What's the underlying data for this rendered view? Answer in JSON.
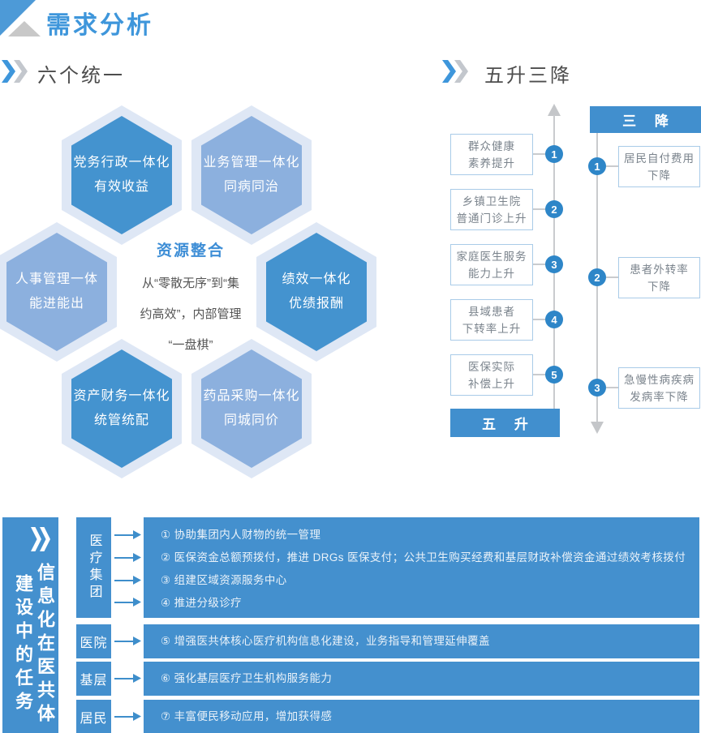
{
  "header": {
    "title": "需求分析"
  },
  "six": {
    "heading": "六个统一",
    "hexagons": [
      {
        "line1": "党务行政一体化",
        "line2": "有效收益"
      },
      {
        "line1": "业务管理一体化",
        "line2": "同病同治"
      },
      {
        "line1": "人事管理一体",
        "line2": "能进能出"
      },
      {
        "line1": "绩效一体化",
        "line2": "优绩报酬"
      },
      {
        "line1": "资产财务一体化",
        "line2": "统管统配"
      },
      {
        "line1": "药品采购一体化",
        "line2": "同城同价"
      }
    ],
    "center": {
      "title": "资源整合",
      "line1": "从“零散无序”到“集",
      "line2": "约高效”，内部管理",
      "line3": "“一盘棋”"
    }
  },
  "updown": {
    "heading": "五升三降",
    "down_header": "三 降",
    "up_header": "五 升",
    "up_items": [
      {
        "num": "1",
        "line1": "群众健康",
        "line2": "素养提升"
      },
      {
        "num": "2",
        "line1": "乡镇卫生院",
        "line2": "普通门诊上升"
      },
      {
        "num": "3",
        "line1": "家庭医生服务",
        "line2": "能力上升"
      },
      {
        "num": "4",
        "line1": "县域患者",
        "line2": "下转率上升"
      },
      {
        "num": "5",
        "line1": "医保实际",
        "line2": "补偿上升"
      }
    ],
    "down_items": [
      {
        "num": "1",
        "line1": "居民自付费用",
        "line2": "下降"
      },
      {
        "num": "2",
        "line1": "患者外转率",
        "line2": "下降"
      },
      {
        "num": "3",
        "line1": "急慢性病疾病",
        "line2": "发病率下降"
      }
    ]
  },
  "tasks": {
    "sidebar_col_right": "信息化在医共体",
    "sidebar_col_left": "建设中的任务",
    "rows": [
      {
        "category": "医疗集团",
        "items": [
          "① 协助集团内人财物的统一管理",
          "② 医保资金总额预拨付，推进 DRGs 医保支付；公共卫生购买经费和基层财政补偿资金通过绩效考核拨付",
          "③ 组建区域资源服务中心",
          "④ 推进分级诊疗"
        ]
      },
      {
        "category": "医院",
        "items": [
          "⑤ 增强医共体核心医疗机构信息化建设，业务指导和管理延伸覆盖"
        ]
      },
      {
        "category": "基层",
        "items": [
          "⑥ 强化基层医疗卫生机构服务能力"
        ]
      },
      {
        "category": "居民",
        "items": [
          "⑦ 丰富便民移动应用，增加获得感"
        ]
      }
    ]
  },
  "colors": {
    "title_blue": "#3e96db",
    "hex_dark": "#4493cf",
    "hex_light": "#8cb0de",
    "hex_pale": "#dee7f5",
    "banner_blue": "#418fce",
    "circle_blue": "#2e86c8",
    "bottom_blue": "#4490ce",
    "axis_gray": "#c9cbce",
    "box_border": "#a9cbe8",
    "box_text": "#7a838c"
  }
}
